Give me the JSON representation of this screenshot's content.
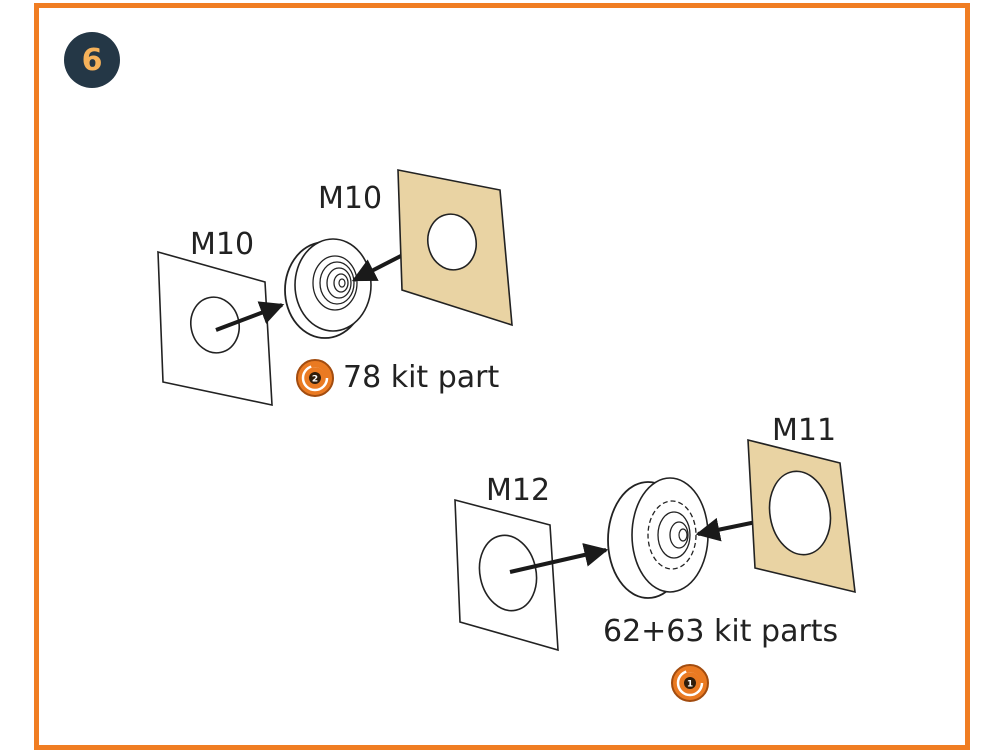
{
  "step": {
    "number": "6"
  },
  "assembly_1": {
    "rear_plate_label": "M10",
    "front_plate_label": "M10",
    "kit_part_label": "78 kit part",
    "kit_part_icon": "replace-kit-part-icon"
  },
  "assembly_2": {
    "rear_plate_label": "M12",
    "front_plate_label": "M11",
    "kit_part_label": "62+63 kit parts",
    "kit_part_icon": "replace-kit-part-icon"
  },
  "colors": {
    "frame": "#f07d22",
    "step_badge_bg": "#243746",
    "step_badge_text": "#f6b25a",
    "resin_plate": "#e9d3a3",
    "arrow": "#1a1a1a"
  }
}
